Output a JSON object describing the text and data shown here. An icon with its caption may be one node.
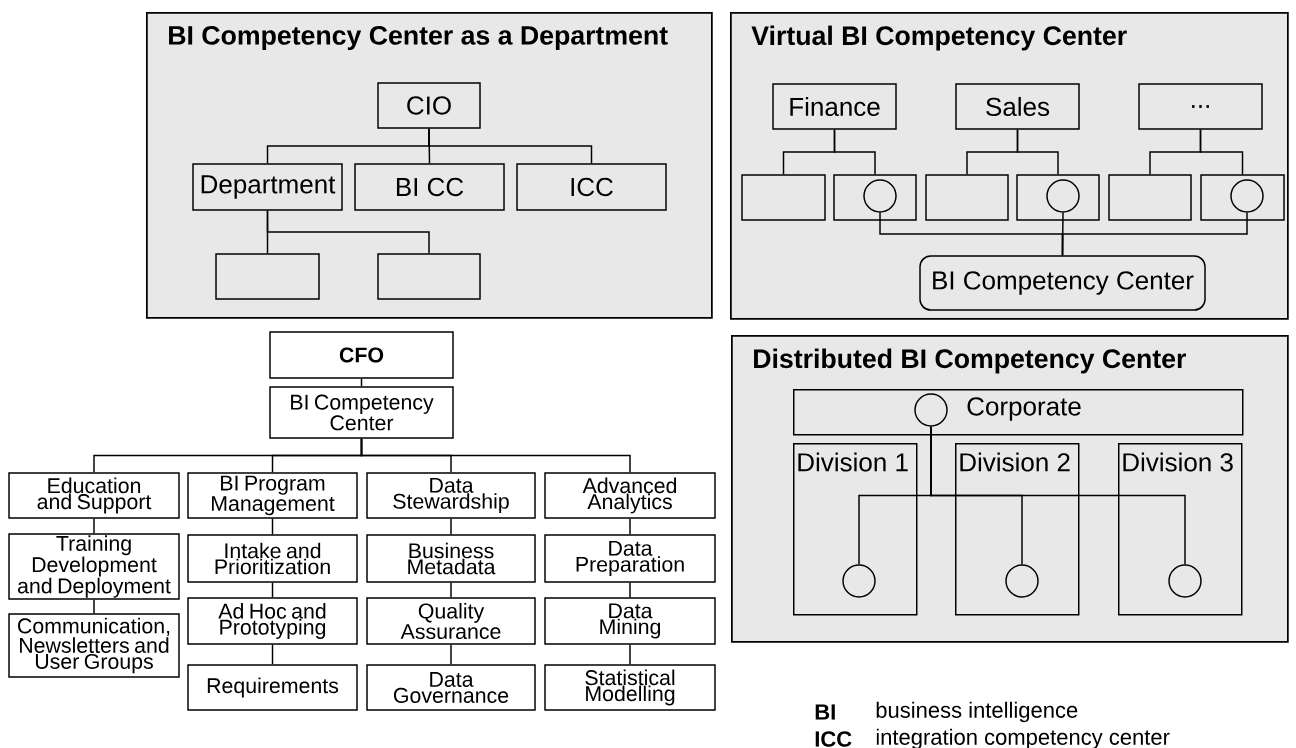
{
  "diagram": {
    "nodes": [
      {
        "text": [
          "BI Competency Center as a Department"
        ]
      },
      {
        "text": [
          "CIO"
        ],
        "in": 0
      },
      {
        "text": [
          "Department"
        ],
        "in": 0
      },
      {
        "text": [
          "BI CC"
        ],
        "in": 0
      },
      {
        "text": [
          "ICC"
        ],
        "in": 0
      },
      {
        "text": [],
        "shape": "box",
        "in": 0
      },
      {
        "text": [],
        "shape": "box",
        "in": 0
      },
      {
        "text": [
          "Virtual BI Competency Center"
        ]
      },
      {
        "text": [
          "Finance"
        ],
        "in": 7
      },
      {
        "text": [
          "Sales"
        ],
        "in": 7
      },
      {
        "text": [
          "..."
        ],
        "in": 7
      },
      {
        "text": [],
        "shape": "box",
        "in": 7
      },
      {
        "text": [],
        "shape": "box",
        "in": 7
      },
      {
        "text": [],
        "shape": "circle",
        "in": 12
      },
      {
        "text": [],
        "shape": "box",
        "in": 7
      },
      {
        "text": [],
        "shape": "box",
        "in": 7
      },
      {
        "text": [],
        "shape": "circle",
        "in": 15
      },
      {
        "text": [],
        "shape": "box",
        "in": 7
      },
      {
        "text": [],
        "shape": "box",
        "in": 7
      },
      {
        "text": [],
        "shape": "circle",
        "in": 18
      },
      {
        "text": [
          "BI Competency Center"
        ],
        "in": 7
      },
      {
        "text": [
          "CFO"
        ]
      },
      {
        "text": [
          "BI Competency Center"
        ]
      },
      {
        "text": [
          "Education and Support"
        ]
      },
      {
        "text": [
          "BI Program Management"
        ]
      },
      {
        "text": [
          "Data Stewardship"
        ]
      },
      {
        "text": [
          "Advanced Analytics"
        ]
      },
      {
        "text": [
          "Training Development and Deployment"
        ]
      },
      {
        "text": [
          "Intake and Prioritization"
        ]
      },
      {
        "text": [
          "Business Metadata"
        ]
      },
      {
        "text": [
          "Data Preparation"
        ]
      },
      {
        "text": [
          "Communication, Newsletters and User Groups"
        ]
      },
      {
        "text": [
          "Ad Hoc and Prototyping"
        ]
      },
      {
        "text": [
          "Quality Assurance"
        ]
      },
      {
        "text": [
          "Data Mining"
        ]
      },
      {
        "text": [
          "Requirements"
        ]
      },
      {
        "text": [
          "Data Governance"
        ]
      },
      {
        "text": [
          "Statistical Modelling"
        ]
      },
      {
        "text": [
          "Distributed BI Competency Center"
        ]
      },
      {
        "text": [
          "Corporate"
        ],
        "in": 38
      },
      {
        "text": [],
        "shape": "circle",
        "in": 39
      },
      {
        "text": [
          "Division 1"
        ],
        "in": 38
      },
      {
        "text": [],
        "shape": "circle",
        "in": 41
      },
      {
        "text": [
          "Division 2"
        ],
        "in": 38
      },
      {
        "text": [],
        "shape": "circle",
        "in": 43
      },
      {
        "text": [
          "Division 3"
        ],
        "in": 38
      },
      {
        "text": [],
        "shape": "circle",
        "in": 45
      }
    ],
    "edges": [
      {
        "from": 1,
        "to": 2,
        "arrow": "none"
      },
      {
        "from": 1,
        "to": 3,
        "arrow": "none"
      },
      {
        "from": 1,
        "to": 4,
        "arrow": "none"
      },
      {
        "from": 2,
        "to": 5,
        "arrow": "none"
      },
      {
        "from": 2,
        "to": 6,
        "arrow": "none"
      },
      {
        "from": 8,
        "to": 11,
        "arrow": "none"
      },
      {
        "from": 8,
        "to": 12,
        "arrow": "none"
      },
      {
        "from": 9,
        "to": 14,
        "arrow": "none"
      },
      {
        "from": 9,
        "to": 15,
        "arrow": "none"
      },
      {
        "from": 10,
        "to": 17,
        "arrow": "none"
      },
      {
        "from": 10,
        "to": 18,
        "arrow": "none"
      },
      {
        "from": 13,
        "to": 20,
        "arrow": "none"
      },
      {
        "from": 16,
        "to": 20,
        "arrow": "none"
      },
      {
        "from": 19,
        "to": 20,
        "arrow": "none"
      },
      {
        "from": 21,
        "to": 22,
        "arrow": "none"
      },
      {
        "from": 22,
        "to": 23,
        "arrow": "none"
      },
      {
        "from": 22,
        "to": 24,
        "arrow": "none"
      },
      {
        "from": 22,
        "to": 25,
        "arrow": "none"
      },
      {
        "from": 22,
        "to": 26,
        "arrow": "none"
      },
      {
        "from": 23,
        "to": 27,
        "arrow": "none"
      },
      {
        "from": 27,
        "to": 31,
        "arrow": "none"
      },
      {
        "from": 24,
        "to": 28,
        "arrow": "none"
      },
      {
        "from": 28,
        "to": 32,
        "arrow": "none"
      },
      {
        "from": 32,
        "to": 35,
        "arrow": "none"
      },
      {
        "from": 25,
        "to": 29,
        "arrow": "none"
      },
      {
        "from": 29,
        "to": 33,
        "arrow": "none"
      },
      {
        "from": 33,
        "to": 36,
        "arrow": "none"
      },
      {
        "from": 26,
        "to": 30,
        "arrow": "none"
      },
      {
        "from": 30,
        "to": 34,
        "arrow": "none"
      },
      {
        "from": 34,
        "to": 37,
        "arrow": "none"
      },
      {
        "from": 40,
        "to": 42,
        "arrow": "none"
      },
      {
        "from": 40,
        "to": 44,
        "arrow": "none"
      },
      {
        "from": 40,
        "to": 46,
        "arrow": "none"
      }
    ],
    "labels": [
      "BI",
      "business intelligence",
      "ICC",
      "integration competency center"
    ]
  }
}
